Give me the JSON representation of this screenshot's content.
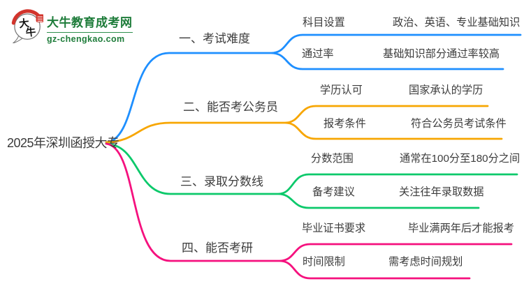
{
  "logo": {
    "site_name": "大牛教育成考网",
    "site_domain": "gz-chengkao.com",
    "icon_char_1": "大",
    "icon_char_2": "牛",
    "brand_green": "#1e7c3a",
    "seal_red": "#d2342c"
  },
  "root": {
    "label": "2025年深圳函授大专"
  },
  "branches": [
    {
      "label": "一、考试难度",
      "color": "#1e8fff",
      "children": [
        {
          "label": "科目设置",
          "value": "政治、英语、专业基础知识"
        },
        {
          "label": "通过率",
          "value": "基础知识部分通过率较高"
        }
      ]
    },
    {
      "label": "二、能否考公务员",
      "color": "#f7a602",
      "children": [
        {
          "label": "学历认可",
          "value": "国家承认的学历"
        },
        {
          "label": "报考条件",
          "value": "符合公务员考试条件"
        }
      ]
    },
    {
      "label": "三、录取分数线",
      "color": "#0cc96b",
      "children": [
        {
          "label": "分数范围",
          "value": "通常在100分至180分之间"
        },
        {
          "label": "备考建议",
          "value": "关注往年录取数据"
        }
      ]
    },
    {
      "label": "四、能否考研",
      "color": "#f5117e",
      "children": [
        {
          "label": "毕业证书要求",
          "value": "毕业满两年后才能报考"
        },
        {
          "label": "时间限制",
          "value": "需考虑时间规划"
        }
      ]
    }
  ]
}
